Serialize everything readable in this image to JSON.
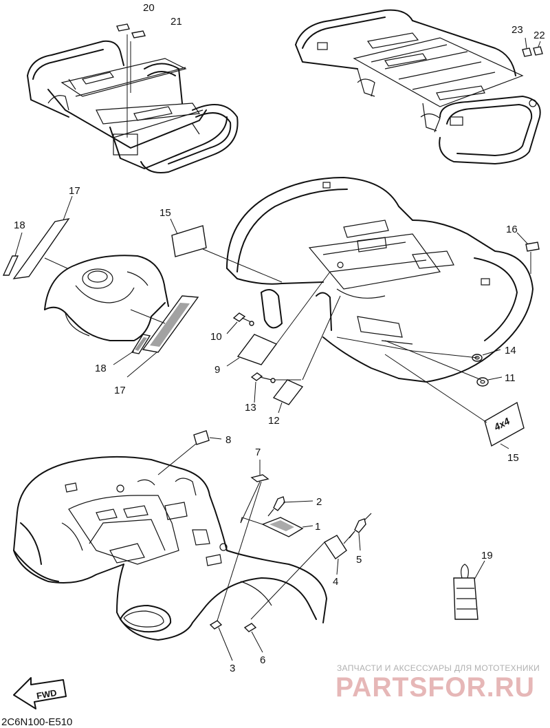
{
  "diagram_code": "2C6N100-E510",
  "watermark": {
    "caption": "ЗАПЧАСТИ И АКСЕССУАРЫ ДЛЯ МОТОТЕХНИКИ",
    "brand": "PARTSFOR.RU"
  },
  "fwd_arrow": {
    "text": "FWD",
    "icon": "forward-arrow-icon"
  },
  "emblem_text": "4x4",
  "callouts": [
    {
      "id": "c20",
      "number": "20"
    },
    {
      "id": "c21",
      "number": "21"
    },
    {
      "id": "c23",
      "number": "23"
    },
    {
      "id": "c22",
      "number": "22"
    },
    {
      "id": "c17a",
      "number": "17"
    },
    {
      "id": "c18a",
      "number": "18"
    },
    {
      "id": "c15a",
      "number": "15"
    },
    {
      "id": "c16",
      "number": "16"
    },
    {
      "id": "c10",
      "number": "10"
    },
    {
      "id": "c9",
      "number": "9"
    },
    {
      "id": "c18b",
      "number": "18"
    },
    {
      "id": "c17b",
      "number": "17"
    },
    {
      "id": "c14",
      "number": "14"
    },
    {
      "id": "c11",
      "number": "11"
    },
    {
      "id": "c13",
      "number": "13"
    },
    {
      "id": "c12",
      "number": "12"
    },
    {
      "id": "c15b",
      "number": "15"
    },
    {
      "id": "c8",
      "number": "8"
    },
    {
      "id": "c7",
      "number": "7"
    },
    {
      "id": "c2",
      "number": "2"
    },
    {
      "id": "c1",
      "number": "1"
    },
    {
      "id": "c5",
      "number": "5"
    },
    {
      "id": "c4",
      "number": "4"
    },
    {
      "id": "c19",
      "number": "19"
    },
    {
      "id": "c3",
      "number": "3"
    },
    {
      "id": "c6",
      "number": "6"
    }
  ]
}
